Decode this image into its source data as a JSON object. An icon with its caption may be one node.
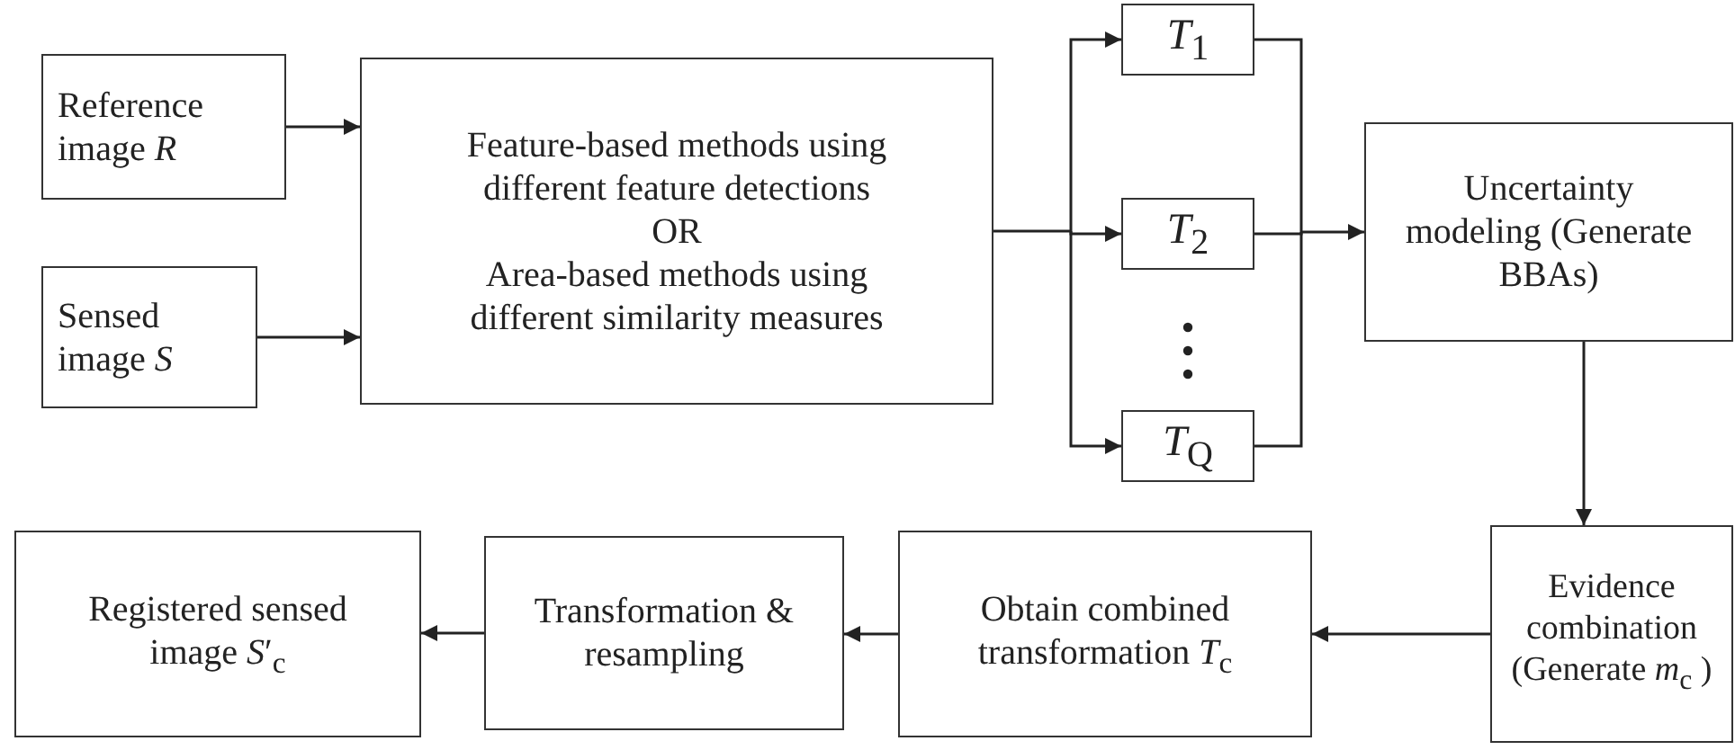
{
  "diagram": {
    "nodes": [
      {
        "text": [
          "Reference image *R*"
        ]
      },
      {
        "text": [
          "Sensed image *S*"
        ]
      },
      {
        "text": [
          "Feature-based methods using different feature detections",
          "OR",
          "Area-based methods using different similarity measures"
        ]
      },
      {
        "text": [
          "*T*$_{1}$"
        ]
      },
      {
        "text": [
          "*T*$_{2}$"
        ]
      },
      {
        "text": [
          "*T*$_{Q}$"
        ]
      },
      {
        "text": [
          "Uncertainty modeling (Generate BBAs)"
        ]
      },
      {
        "text": [
          "Evidence combination (Generate *m*$_{c}$ )"
        ]
      },
      {
        "text": [
          "Obtain combined transformation *T*$_{c}$"
        ]
      },
      {
        "text": [
          "Transformation & resampling"
        ]
      },
      {
        "text": [
          "Registered sensed image *S*′$_{c}$"
        ]
      }
    ],
    "edges": [
      {
        "from": 0,
        "to": 2,
        "arrow": "to"
      },
      {
        "from": 1,
        "to": 2,
        "arrow": "to"
      },
      {
        "from": 2,
        "to": 3,
        "arrow": "to"
      },
      {
        "from": 2,
        "to": 4,
        "arrow": "to"
      },
      {
        "from": 2,
        "to": 5,
        "arrow": "to"
      },
      {
        "from": 3,
        "to": 6,
        "arrow": "to"
      },
      {
        "from": 4,
        "to": 6,
        "arrow": "to"
      },
      {
        "from": 5,
        "to": 6,
        "arrow": "to"
      },
      {
        "from": 6,
        "to": 7,
        "arrow": "to"
      },
      {
        "from": 7,
        "to": 8,
        "arrow": "to"
      },
      {
        "from": 8,
        "to": 9,
        "arrow": "to"
      },
      {
        "from": 9,
        "to": 10,
        "arrow": "to"
      }
    ]
  }
}
